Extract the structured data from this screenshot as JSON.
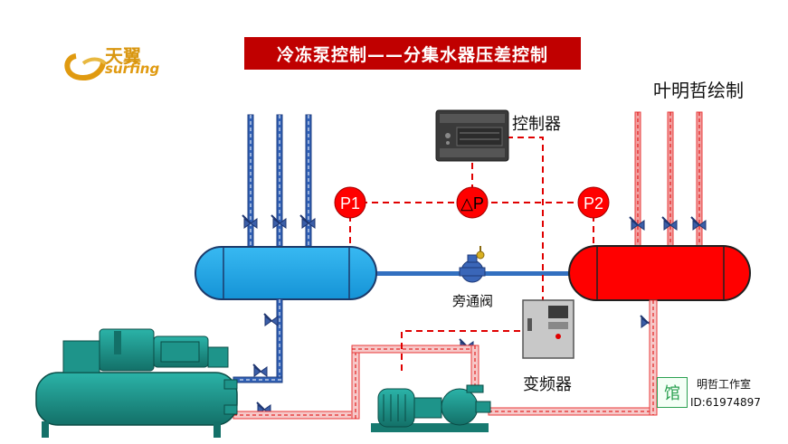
{
  "header": {
    "title": "冷冻泵控制——分集水器压差控制",
    "author": "叶明哲绘制"
  },
  "logo": {
    "brand_cn": "天翼",
    "brand_en": "surfing",
    "accent_color": "#e09a10"
  },
  "components": {
    "controller_label": "控制器",
    "bypass_valve_label": "旁通阀",
    "vfd_label": "变频器",
    "sensor_p1": "P1",
    "sensor_dp": "△P",
    "sensor_p2": "P2"
  },
  "watermark": {
    "seal_char": "馆",
    "studio_name": "明哲工作室",
    "studio_id": "ID:61974897"
  },
  "colors": {
    "title_bg": "#c00000",
    "supply_header": "#1ea8e8",
    "return_header": "#ff0000",
    "chilled_pipe": "#3060b8",
    "warm_pipe": "#e83a3a",
    "signal_line": "#e00000",
    "chiller": "#1a8f86"
  }
}
